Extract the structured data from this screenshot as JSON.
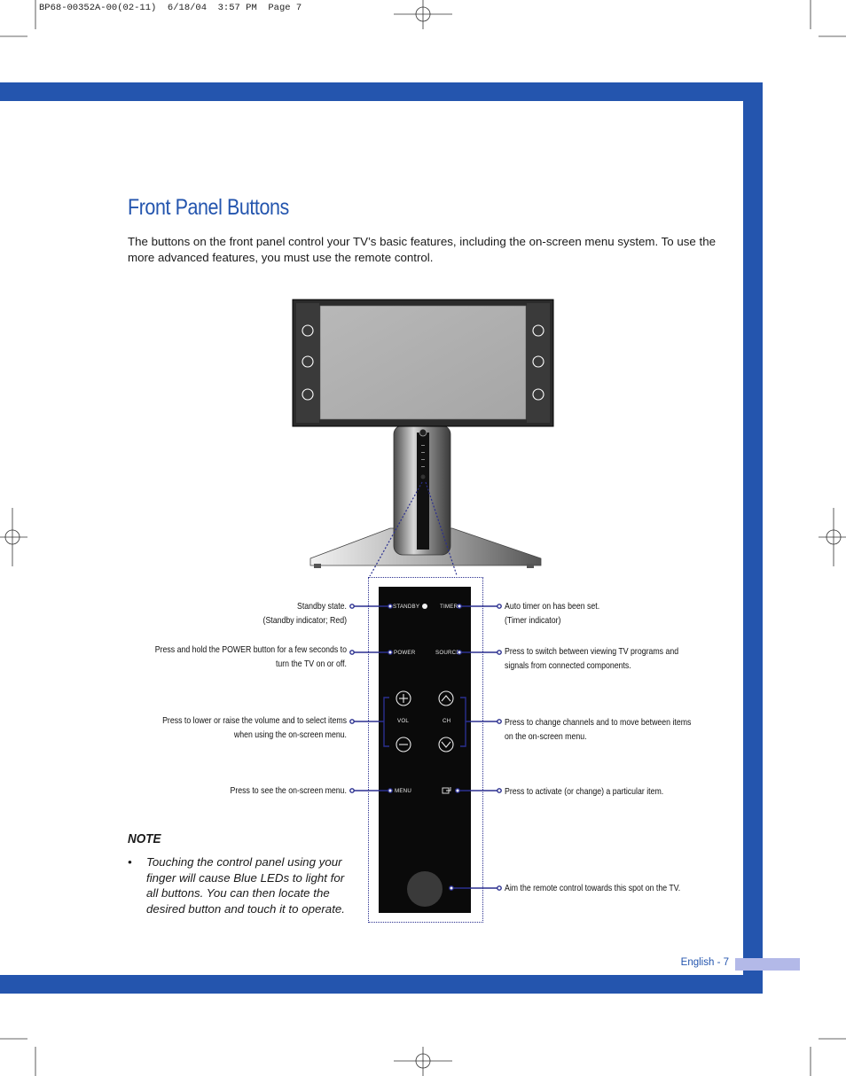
{
  "printer_slug": "BP68-00352A-00(02-11)  6/18/04  3:57 PM  Page 7",
  "heading": "Front Panel Buttons",
  "intro": "The buttons on the front panel control your TV’s basic features, including the on-screen menu system. To use the more advanced features, you must use the remote control.",
  "panel_labels": {
    "standby": "STANDBY",
    "timer": "TIMER",
    "power": "POWER",
    "source": "SOURCE",
    "vol": "VOL",
    "ch": "CH",
    "menu": "MENU"
  },
  "callouts": {
    "standby_1": "Standby state.",
    "standby_2": "(Standby indicator; Red)",
    "power_1": "Press and hold the POWER button for a few seconds to",
    "power_2": "turn the TV on or off.",
    "vol_1": "Press to lower or raise the volume and to select items",
    "vol_2": "when using the on-screen menu.",
    "menu_1": "Press to see the on-screen menu.",
    "timer_1": "Auto timer on has been set.",
    "timer_2": "(Timer indicator)",
    "source_1": "Press to switch between viewing TV programs and",
    "source_2": "signals from connected components.",
    "ch_1": "Press to change channels and to move between items",
    "ch_2": "on the on-screen menu.",
    "enter_1": "Press to activate (or change) a particular item.",
    "remote_1": "Aim the remote control towards this spot on the TV."
  },
  "note": {
    "title": "NOTE",
    "bullet": "•",
    "text": "Touching the control panel using your finger will cause Blue LEDs to light for all buttons. You can then locate the desired button and touch it to operate."
  },
  "footer": {
    "page_label": "English - 7"
  },
  "colors": {
    "band_blue": "#2455ae",
    "tab_lavender": "#b3b9e8",
    "panel_black": "#0a0a0a",
    "callout_line": "#2a2f8f"
  },
  "icons": [
    "registration-mark",
    "crop-mark",
    "plus-icon",
    "minus-icon",
    "chevron-up-icon",
    "chevron-down-icon",
    "enter-icon",
    "remote-sensor"
  ]
}
